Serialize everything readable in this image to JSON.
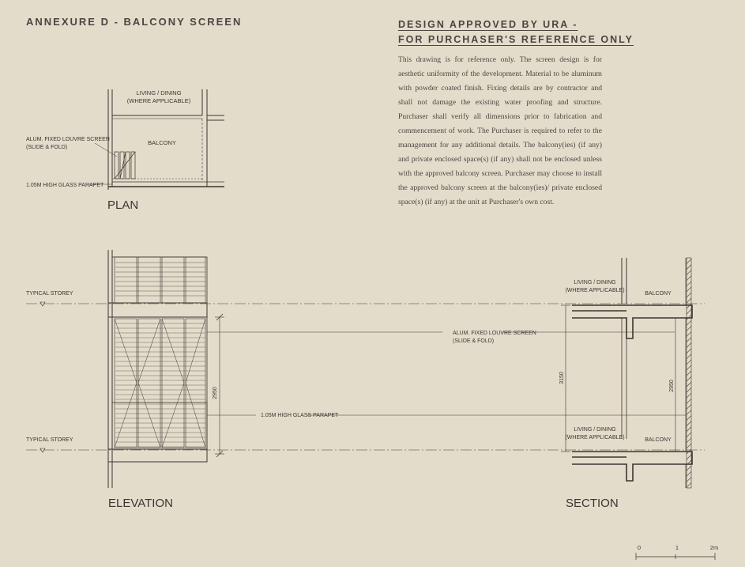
{
  "header": {
    "sheet_title": "ANNEXURE D - BALCONY SCREEN",
    "notice_line1": "DESIGN APPROVED BY URA -",
    "notice_line2": "FOR PURCHASER'S REFERENCE ONLY"
  },
  "notice_body": "This drawing is for reference only. The screen design is for aesthetic uniformity of the development. Material to be aluminum with powder coated finish. Fixing details are by contractor and shall not damage the existing water proofing and structure. Purchaser shall verify all dimensions prior to fabrication and commencement of work. The Purchaser is required to refer to the management for any additional details. The balcony(ies) (if any) and private enclosed space(s) (if any) shall not be enclosed unless with the approved balcony screen. Purchaser may choose to install the approved balcony screen at the balcony(ies)/ private enclosed space(s) (if any) at the unit at Purchaser's own cost.",
  "plan": {
    "heading": "PLAN",
    "room_line1": "LIVING / DINING",
    "room_line2": "(WHERE APPLICABLE)",
    "balcony": "BALCONY",
    "louvre_line1": "ALUM. FIXED LOUVRE SCREEN",
    "louvre_line2": "(SLIDE & FOLD)",
    "parapet": "1.05M HIGH GLASS PARAPET"
  },
  "elevation": {
    "heading": "ELEVATION",
    "storey_upper": "TYPICAL STOREY",
    "storey_lower": "TYPICAL STOREY",
    "louvre_line1": "ALUM. FIXED LOUVRE SCREEN",
    "louvre_line2": "(SLIDE & FOLD)",
    "parapet": "1.05M HIGH GLASS PARAPET",
    "dim_height": "2950"
  },
  "section": {
    "heading": "SECTION",
    "room_upper_line1": "LIVING / DINING",
    "room_upper_line2": "(WHERE APPLICABLE)",
    "balcony_upper": "BALCONY",
    "room_lower_line1": "LIVING / DINING",
    "room_lower_line2": "(WHERE APPLICABLE)",
    "balcony_lower": "BALCONY",
    "dim_floor": "3150",
    "dim_screen": "2950"
  },
  "scale_bar": {
    "tick0": "0",
    "tick1": "1",
    "tick2": "2m"
  },
  "colors": {
    "background": "#e4dccb",
    "ink": "#3a3530"
  }
}
